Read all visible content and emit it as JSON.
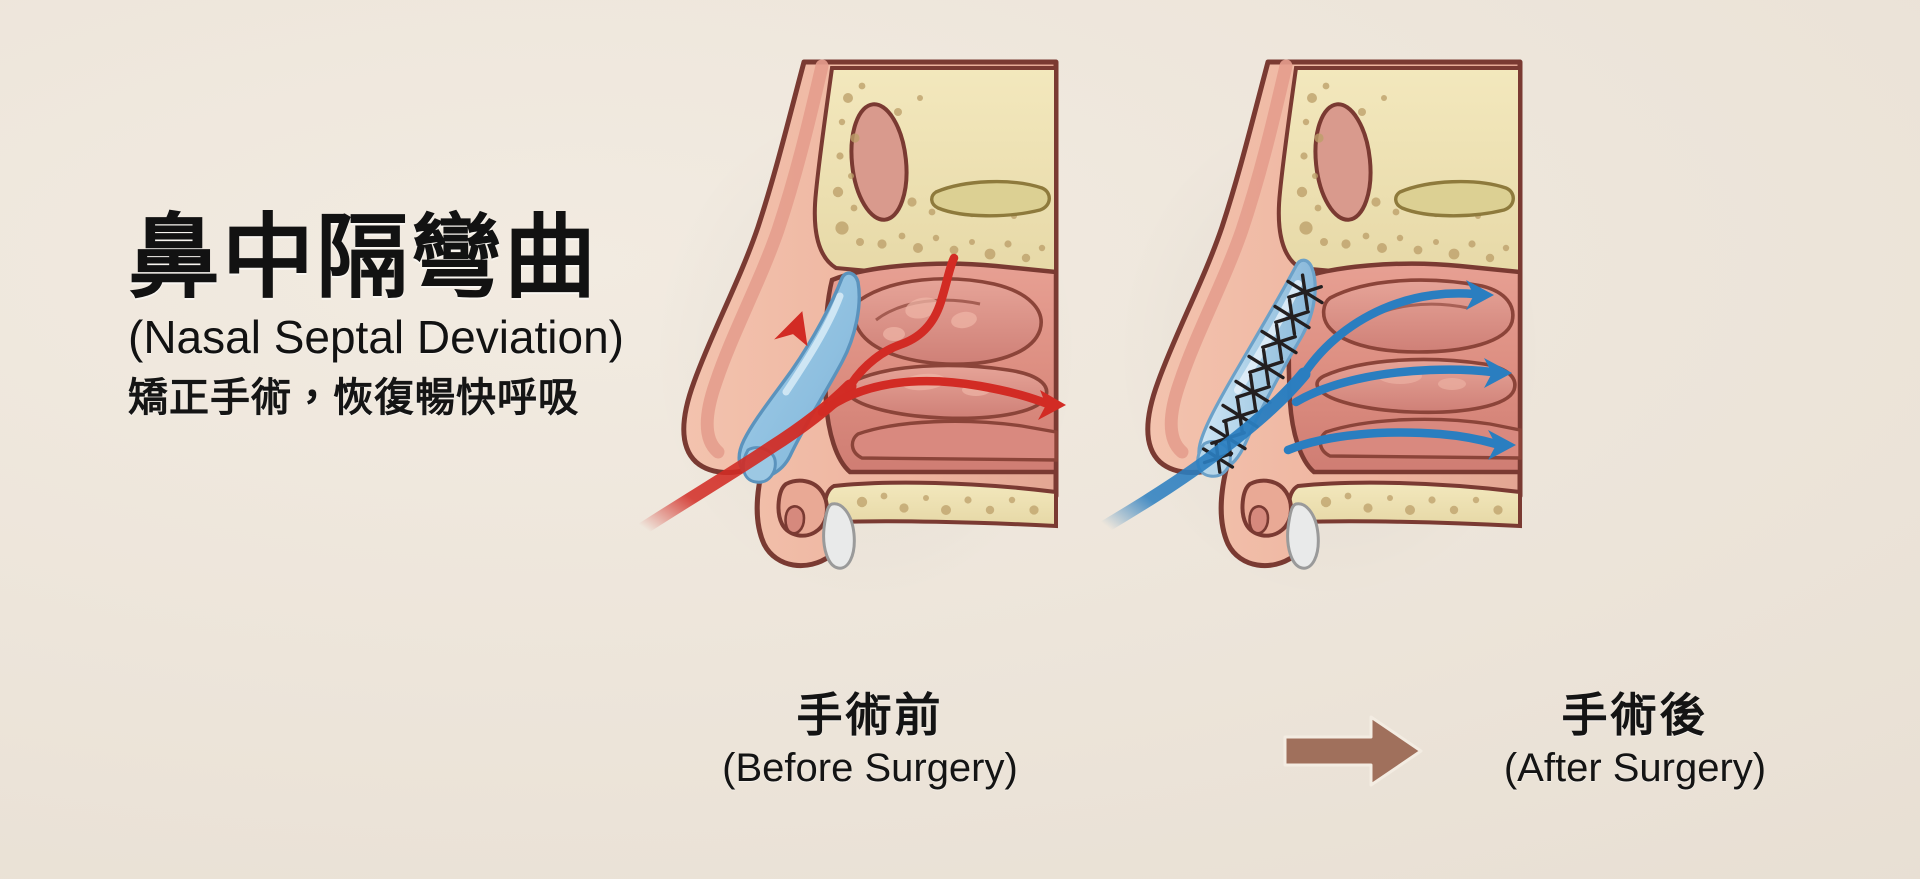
{
  "background_color": "#ece4d9",
  "title": {
    "main_zh": "鼻中隔彎曲",
    "subtitle_en": "(Nasal Septal Deviation)",
    "tagline_zh": "矯正手術，恢復暢快呼吸"
  },
  "figures": {
    "before": {
      "caption_zh": "手術前",
      "caption_en": "(Before Surgery)",
      "airflow_color": "#d22b24",
      "airflow_label": "obstructed-airflow",
      "septum_color": "#9ec9e4",
      "arrow_count": 2
    },
    "after": {
      "caption_zh": "手術後",
      "caption_en": "(After Surgery)",
      "airflow_color": "#2a7ec0",
      "airflow_label": "clear-airflow",
      "septum_color": "#a9cee6",
      "suture_color": "#231f20",
      "suture_count": 8,
      "arrow_count": 3
    }
  },
  "transition": {
    "arrow_color": "#a0705c",
    "direction": "right"
  },
  "palette": {
    "mucosa_light": "#ecb1a3",
    "mucosa_mid": "#dd9184",
    "mucosa_deep": "#cf7f76",
    "turbinate": "#d9897f",
    "bone_cream": "#eee2b4",
    "bone_speck": "#bda06a",
    "outline": "#7a3a32",
    "cartilage_white": "#e9eaea",
    "skin": "#eeb49f"
  }
}
